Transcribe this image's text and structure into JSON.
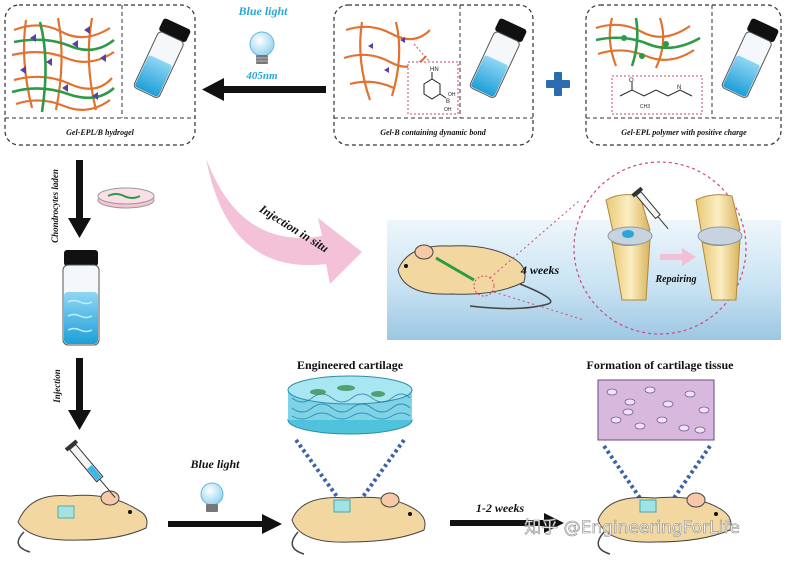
{
  "panels": {
    "hydrogel": {
      "caption": "Gel-EPL/B hydrogel"
    },
    "gelb": {
      "caption": "Gel-B containing dynamic bond",
      "struct_labels": [
        "HN",
        "B",
        "OH",
        "OH"
      ]
    },
    "gelepl": {
      "caption": "Gel-EPL polymer with positive charge",
      "struct_labels": [
        "O",
        "N",
        "CH3"
      ]
    }
  },
  "labels": {
    "blue_light_top": "Blue light",
    "wavelength": "405nm",
    "chondrocytes": "Chondrocytes laden",
    "injection_insitu": "Injection in situ",
    "four_weeks": "4 weeks",
    "repairing": "Repairing",
    "injection": "Injection",
    "blue_light_bottom": "Blue light",
    "engineered": "Engineered cartilage",
    "formation": "Formation of cartilage tissue",
    "one_two_weeks": "1-2 weeks",
    "watermark": "知乎 @EngineeringForLife"
  },
  "colors": {
    "blue_text": "#29a6d8",
    "pink_arrow": "#f2bfd6",
    "plus": "#2b6cb0",
    "liquid": "#3db6e8",
    "mouse": "#f3d7a0",
    "gel_cube": "#9fe3e6"
  }
}
